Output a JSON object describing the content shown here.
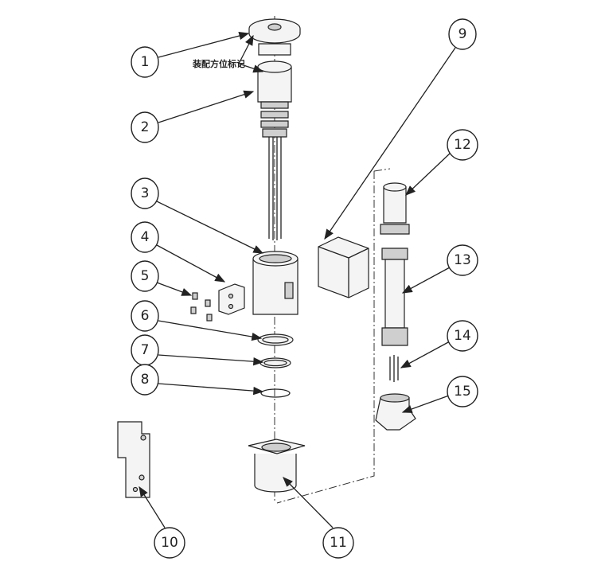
{
  "title": "Exploded assembly diagram",
  "annotation": "装配方位标记",
  "callouts": [
    {
      "id": "1",
      "label": "1"
    },
    {
      "id": "2",
      "label": "2"
    },
    {
      "id": "3",
      "label": "3"
    },
    {
      "id": "4",
      "label": "4"
    },
    {
      "id": "5",
      "label": "5"
    },
    {
      "id": "6",
      "label": "6"
    },
    {
      "id": "7",
      "label": "7"
    },
    {
      "id": "8",
      "label": "8"
    },
    {
      "id": "9",
      "label": "9"
    },
    {
      "id": "10",
      "label": "10"
    },
    {
      "id": "11",
      "label": "11"
    },
    {
      "id": "12",
      "label": "12"
    },
    {
      "id": "13",
      "label": "13"
    },
    {
      "id": "14",
      "label": "14"
    },
    {
      "id": "15",
      "label": "15"
    }
  ]
}
